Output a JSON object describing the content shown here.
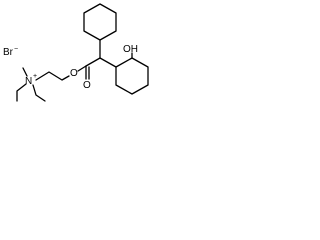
{
  "molecule": {
    "counterion": {
      "symbol": "Br",
      "charge": "−"
    },
    "ammonium": {
      "symbol": "N",
      "charge": "+"
    },
    "ester_oxygen": "O",
    "carbonyl_oxygen": "O",
    "hydroxyl": "OH"
  },
  "colors": {
    "bond": "#000000",
    "background": "#ffffff"
  }
}
